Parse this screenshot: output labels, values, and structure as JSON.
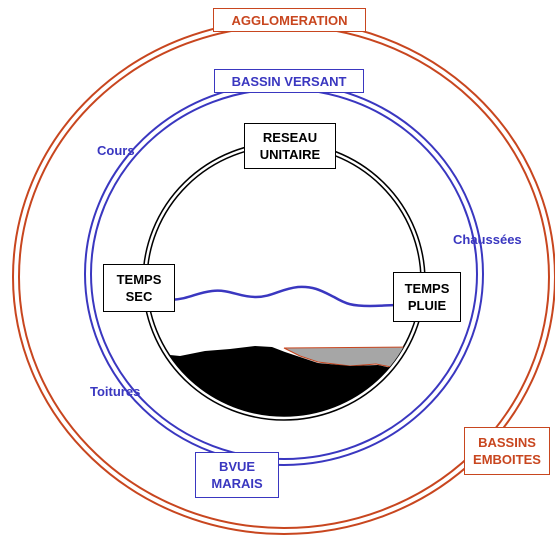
{
  "labels": {
    "agglomeration": "AGGLOMERATION",
    "bassin_versant": "BASSIN VERSANT",
    "reseau_unitaire_1": "RESEAU",
    "reseau_unitaire_2": "UNITAIRE",
    "temps_sec_1": "TEMPS",
    "temps_sec_2": "SEC",
    "temps_pluie_1": "TEMPS",
    "temps_pluie_2": "PLUIE",
    "cours": "Cours",
    "chaussees": "Chaussées",
    "toitures": "Toitures",
    "bvue_marais_1": "BVUE",
    "bvue_marais_2": "MARAIS",
    "bassins_emboites_1": "BASSINS",
    "bassins_emboites_2": "EMBOITES"
  },
  "colors": {
    "outer_ring": "#c8461f",
    "middle_ring": "#3a37c0",
    "inner_ring": "#000000",
    "sediment": "#000000",
    "deposit": "#a6a6a6"
  }
}
